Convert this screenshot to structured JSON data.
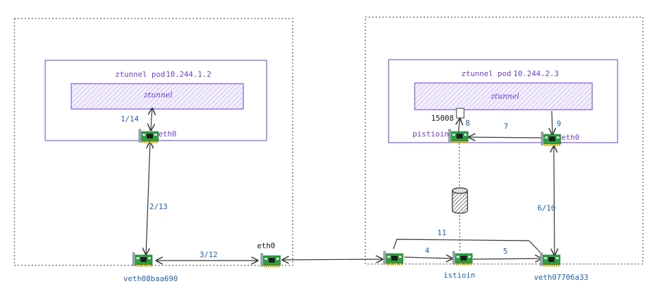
{
  "colors": {
    "pod_border": "#7b5bd6",
    "pod_label": "#6b3fc9",
    "edge_label": "#1f5fa8",
    "hatch": "#b7a3ee",
    "nic_green": "#2f9e44",
    "line": "#333333"
  },
  "left_node": {
    "pod_label": "ztunnel pod",
    "pod_ip": "10.244.1.2",
    "process_label": "ztunnel",
    "nic_label": "eth0",
    "veth_label": "veth08baa690",
    "host_nic_label": "eth0"
  },
  "right_node": {
    "pod_label": "ztunnel pod",
    "pod_ip": "10.244.2.3",
    "process_label": "ztunnel",
    "nic_label": "eth0",
    "port_label": "15008",
    "pistioin_label": "pistioin",
    "istioin_label": "istioin",
    "veth_label": "veth07706a33"
  },
  "edges": {
    "e1": "1/14",
    "e2": "2/13",
    "e3": "3/12",
    "e4": "4",
    "e5": "5",
    "e6": "6/10",
    "e7": "7",
    "e8": "8",
    "e9": "9",
    "e11": "11"
  },
  "icons": {
    "nic": "network-card-icon",
    "cylinder": "database-cylinder-icon",
    "port": "port-square-icon"
  }
}
